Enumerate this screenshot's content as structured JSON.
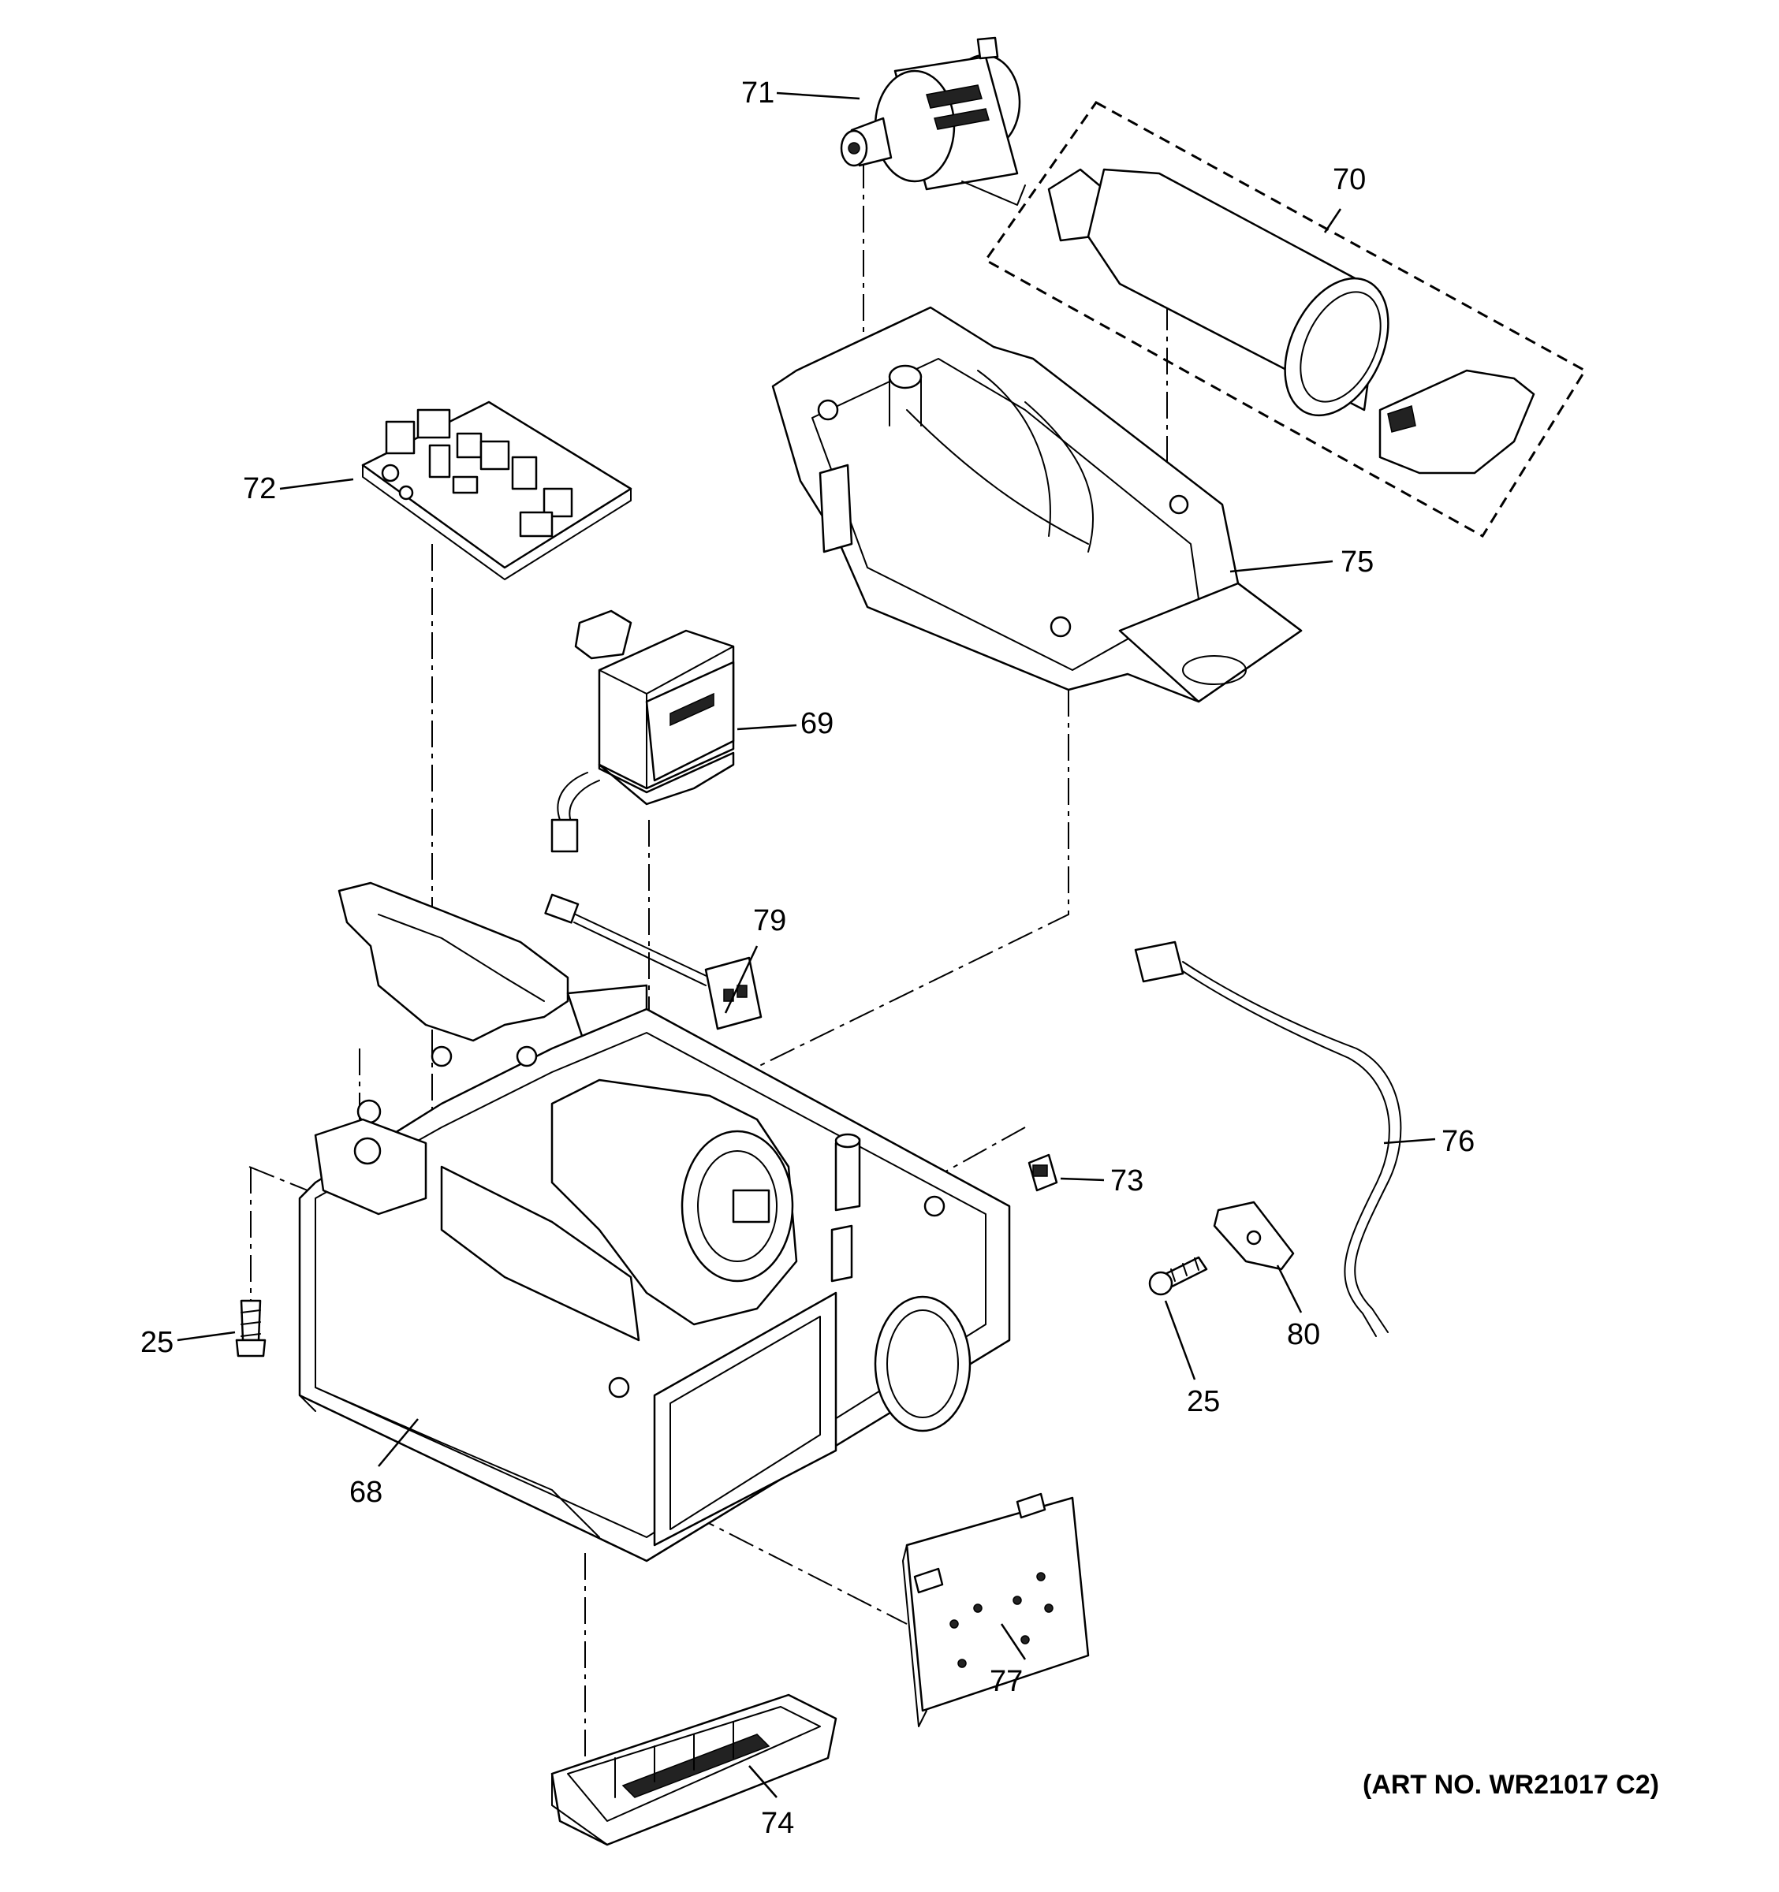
{
  "callouts": {
    "c71": "71",
    "c70": "70",
    "c72": "72",
    "c75": "75",
    "c69": "69",
    "c79": "79",
    "c76": "76",
    "c73": "73",
    "c25a": "25",
    "c25b": "25",
    "c80": "80",
    "c68": "68",
    "c77": "77",
    "c74": "74"
  },
  "art_number": "(ART NO. WR21017 C2)"
}
